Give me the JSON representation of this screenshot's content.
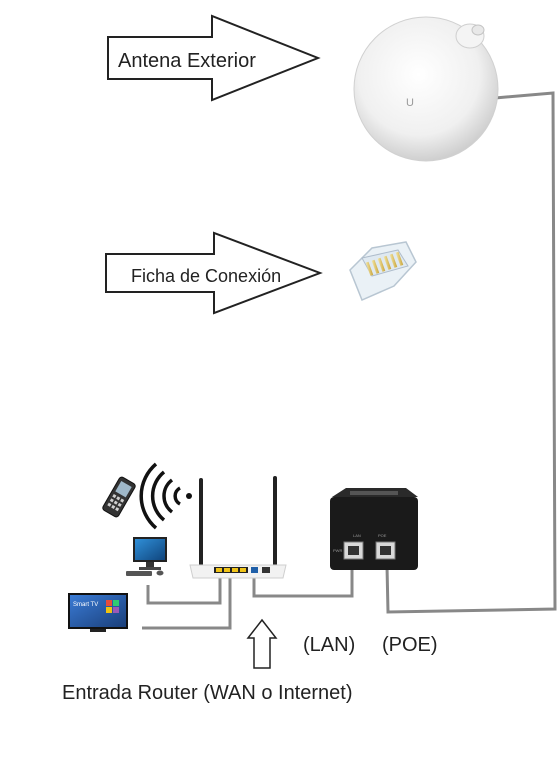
{
  "labels": {
    "antenna": "Antena Exterior",
    "connector": "Ficha de Conexión",
    "lan": "(LAN)",
    "poe": "(POE)",
    "wan": "Entrada Router (WAN o Internet)",
    "antenna_logo": "U",
    "tv_brand": "Smart TV",
    "poe_port_lan": "LAN",
    "poe_port_poe": "POE",
    "poe_power": "PWR"
  },
  "icons": {
    "arrow_antenna": "right-arrow-icon",
    "arrow_connector": "right-arrow-icon",
    "arrow_wan": "up-arrow-icon",
    "phone": "mobile-phone-icon",
    "wifi": "wifi-signal-icon",
    "monitor": "desktop-computer-icon",
    "tv": "smart-tv-icon",
    "router": "wifi-router-icon",
    "poe": "poe-injector-icon",
    "antenna": "outdoor-antenna-icon",
    "rj45": "rj45-connector-icon"
  },
  "colors": {
    "cable": "#888888",
    "text": "#222222",
    "poe_body": "#1a1a1a"
  }
}
